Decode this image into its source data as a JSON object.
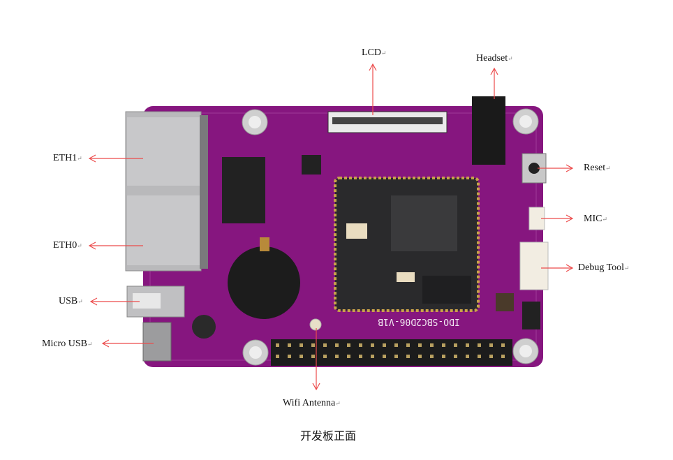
{
  "labels": {
    "lcd": "LCD",
    "headset": "Headset",
    "eth1": "ETH1",
    "eth0": "ETH0",
    "usb": "USB",
    "micro_usb": "Micro USB",
    "reset": "Reset",
    "mic": "MIC",
    "debug_tool": "Debug Tool",
    "wifi_antenna": "Wifi Antenna"
  },
  "paragraph_mark": "↵",
  "board_silkscreen": "IDO-SBC2D06-V1B",
  "caption": "开发板正面",
  "colors": {
    "pcb": "#86167f",
    "arrow": "#ec4b4b",
    "module": "#2a2a2c"
  }
}
